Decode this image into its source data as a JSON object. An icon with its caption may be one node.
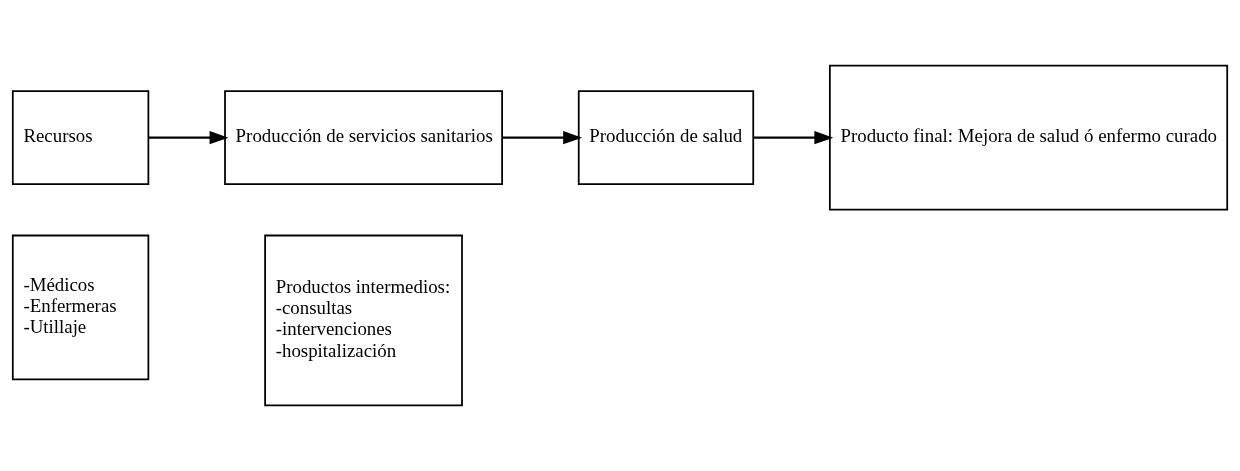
{
  "diagram": {
    "nodes": [
      {
        "text": [
          "Recursos"
        ]
      },
      {
        "text": [
          "Producción de servicios sanitarios"
        ]
      },
      {
        "text": [
          "Producción de salud"
        ]
      },
      {
        "text": [
          "Producto final: Mejora de salud ó enfermo curado"
        ]
      },
      {
        "text": [
          "-Médicos",
          "-Enfermeras",
          "-Utillaje"
        ]
      },
      {
        "text": [
          "Productos intermedios:",
          "-consultas",
          "-intervenciones",
          "-hospitalización"
        ]
      }
    ],
    "edges": [
      {
        "from": 0,
        "to": 1,
        "arrow": "to"
      },
      {
        "from": 1,
        "to": 2,
        "arrow": "to"
      },
      {
        "from": 2,
        "to": 3,
        "arrow": "to"
      }
    ]
  }
}
